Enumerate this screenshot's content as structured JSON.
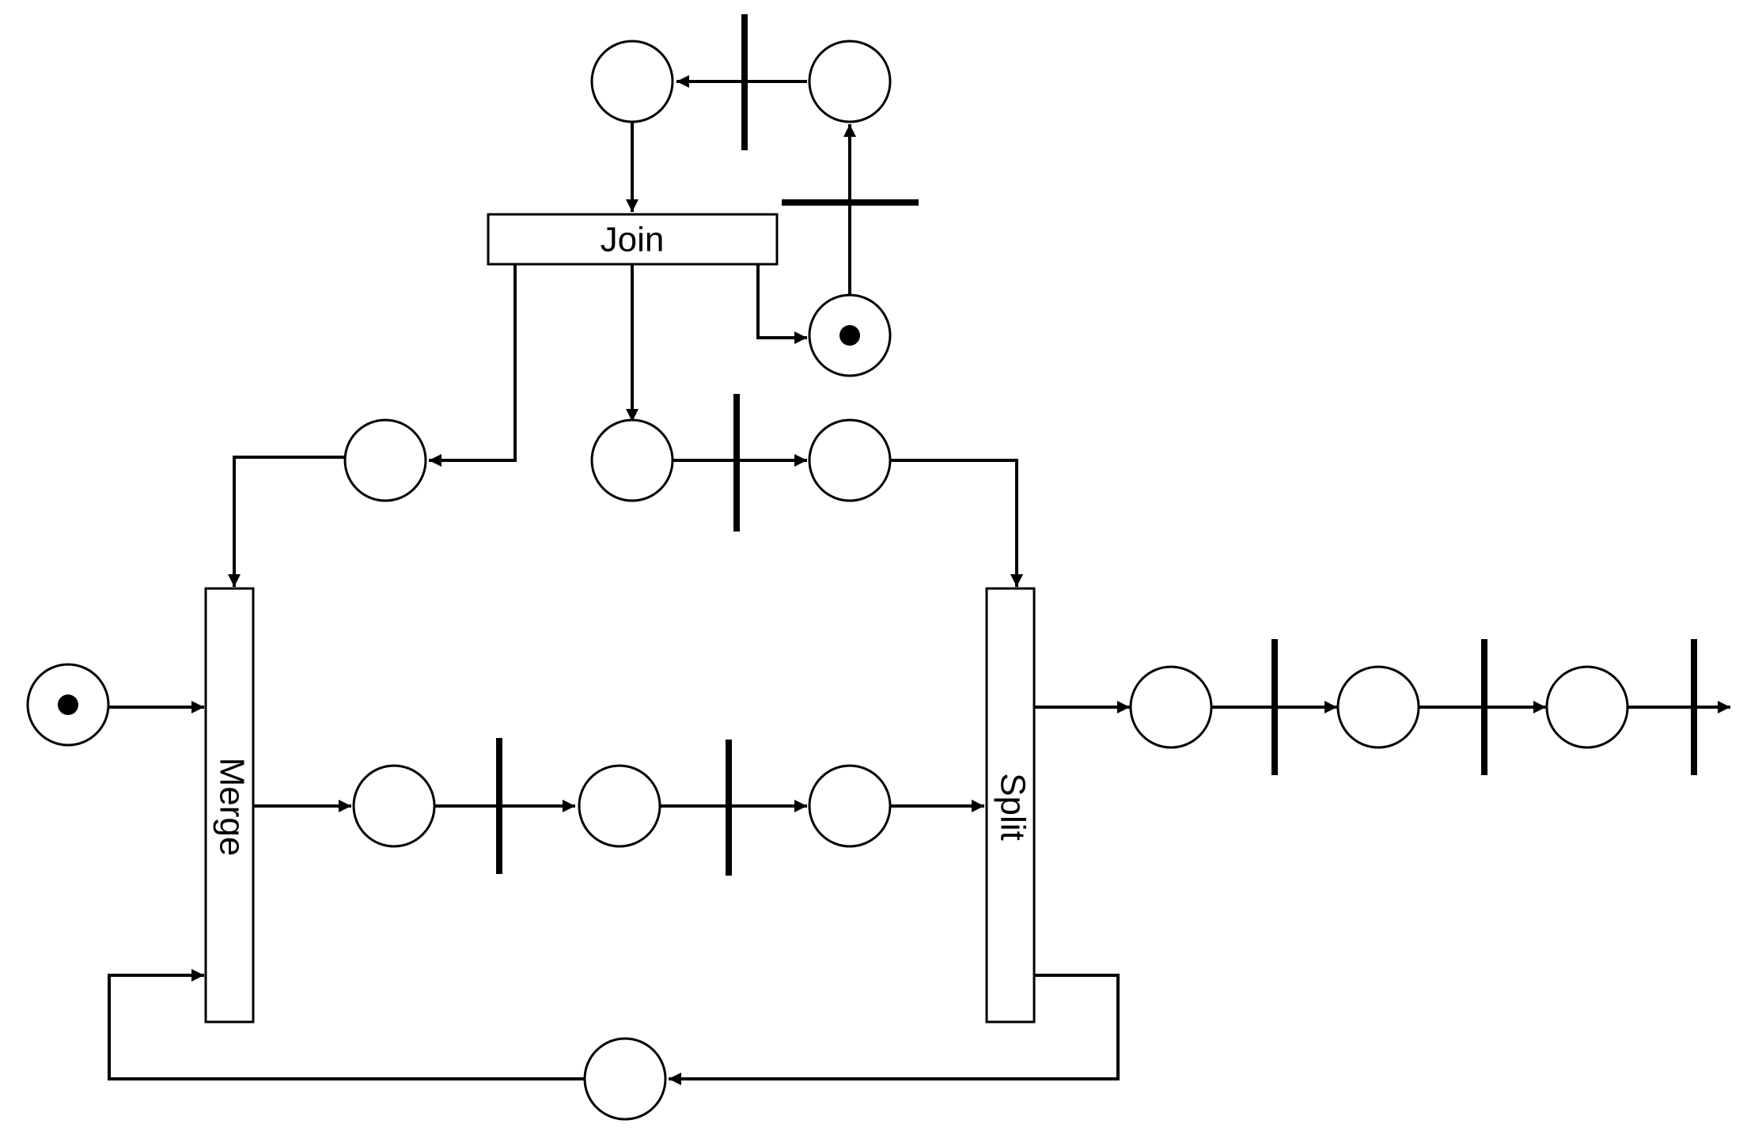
{
  "diagram": {
    "labels": {
      "join": "Join",
      "merge": "Merge",
      "split": "Split"
    },
    "colors": {
      "stroke": "#000000",
      "background": "#ffffff"
    },
    "marked_places": 2
  }
}
